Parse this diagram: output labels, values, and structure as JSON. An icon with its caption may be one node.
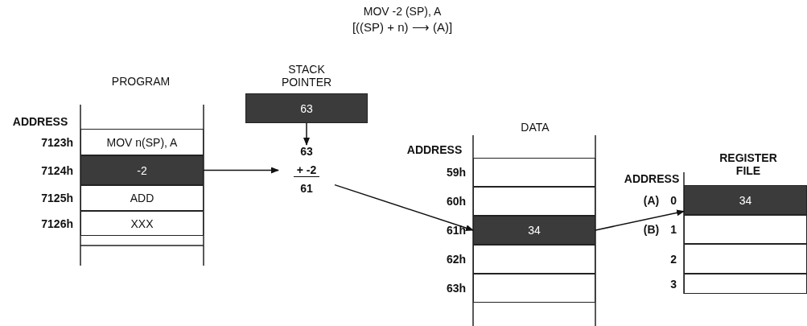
{
  "diagram": {
    "title": "MOV -2 (SP), A",
    "nodes": [
      {
        "text": [
          "MOV n(SP), A"
        ],
        "beside": [
          "7123h"
        ]
      },
      {
        "text": [
          "-2"
        ],
        "beside": [
          "7124h"
        ]
      },
      {
        "text": [
          "ADD"
        ],
        "beside": [
          "7125h"
        ]
      },
      {
        "text": [
          "XXX"
        ],
        "beside": [
          "7126h"
        ]
      },
      {
        "text": [
          "63"
        ]
      },
      {
        "text": [
          "63",
          "+ -2",
          "61"
        ]
      },
      {
        "text": [],
        "shape": "box",
        "beside": [
          "59h"
        ]
      },
      {
        "text": [],
        "shape": "box",
        "beside": [
          "60h"
        ]
      },
      {
        "text": [
          "34"
        ],
        "beside": [
          "61h"
        ]
      },
      {
        "text": [],
        "shape": "box",
        "beside": [
          "62h"
        ]
      },
      {
        "text": [],
        "shape": "box",
        "beside": [
          "63h"
        ]
      },
      {
        "text": [
          "34"
        ],
        "beside": [
          "(A)",
          "0"
        ]
      },
      {
        "text": [],
        "shape": "box",
        "beside": [
          "(B)",
          "1"
        ]
      },
      {
        "text": [],
        "shape": "box",
        "beside": [
          "2"
        ]
      },
      {
        "text": [],
        "shape": "box",
        "beside": [
          "3"
        ]
      }
    ],
    "edges": [
      {
        "from": 1,
        "to": 5,
        "arrow": "to"
      },
      {
        "from": 4,
        "to": 5,
        "arrow": "to"
      },
      {
        "from": 5,
        "to": 8,
        "arrow": "to"
      },
      {
        "from": 8,
        "to": 11,
        "arrow": "to"
      }
    ],
    "labels": [
      "[((SP) + n) ⟶ (A)]",
      "STACK POINTER",
      "PROGRAM",
      "ADDRESS",
      "DATA",
      "REGISTER FILE",
      "ADDRESS",
      "ADDRESS"
    ]
  }
}
